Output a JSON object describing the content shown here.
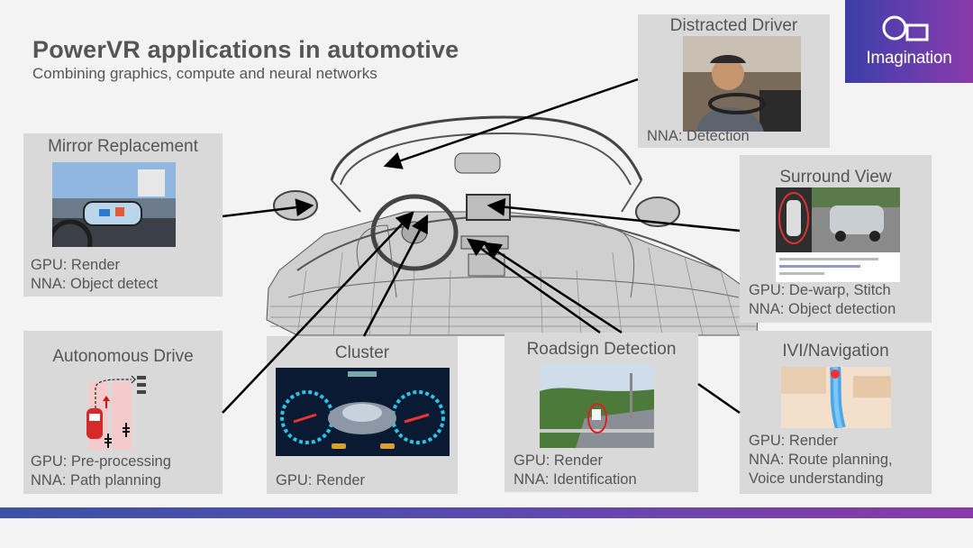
{
  "header": {
    "title": "PowerVR applications in automotive",
    "subtitle": "Combining graphics, compute and neural networks"
  },
  "logo": {
    "text": "Imagination"
  },
  "panels": {
    "distracted": {
      "title": "Distracted Driver",
      "lines": [
        "NNA: Detection"
      ]
    },
    "mirror": {
      "title": "Mirror Replacement",
      "lines": [
        "GPU: Render",
        "NNA: Object detect"
      ]
    },
    "surround": {
      "title": "Surround View",
      "lines": [
        "GPU: De-warp, Stitch",
        "NNA: Object detection"
      ]
    },
    "autonomous": {
      "title": "Autonomous Drive",
      "lines": [
        "GPU: Pre-processing",
        "NNA: Path planning"
      ]
    },
    "cluster": {
      "title": "Cluster",
      "lines": [
        "GPU: Render"
      ]
    },
    "roadsign": {
      "title": "Roadsign  Detection",
      "lines": [
        "GPU: Render",
        "NNA: Identification"
      ]
    },
    "ivi": {
      "title": "IVI/Navigation",
      "lines": [
        "GPU: Render",
        "NNA: Route planning,",
        "Voice understanding"
      ]
    }
  },
  "colors": {
    "panel": "#d9d9d9",
    "text": "#555555",
    "brand_start": "#3b3ea8",
    "brand_end": "#8a3aa8"
  },
  "icons": [
    "imagination-logo-icon",
    "arrow-icon"
  ]
}
